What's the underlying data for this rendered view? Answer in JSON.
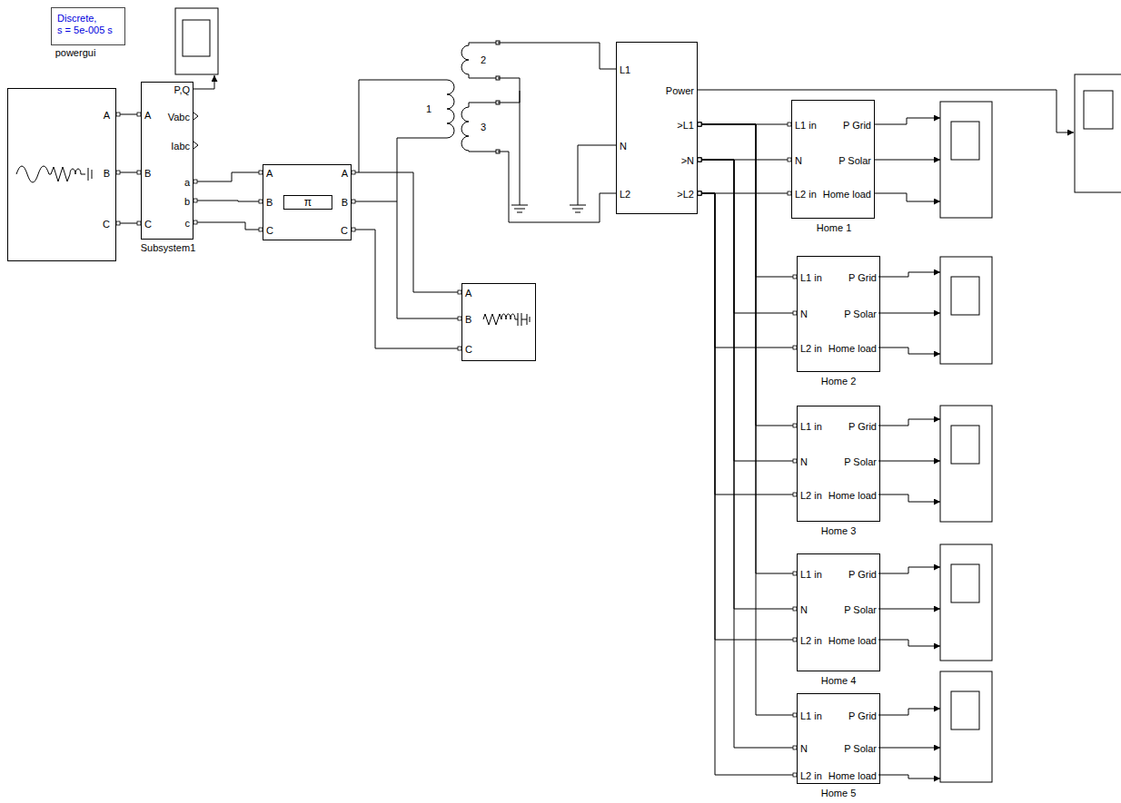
{
  "diagram": {
    "nodes": [
      {
        "text": [
          "Discrete, s = 5e-005 s",
          "powergui"
        ]
      },
      {
        "text": [
          "A",
          "B",
          "C"
        ]
      },
      {
        "text": [
          "A",
          "B",
          "C",
          "P,Q",
          "Vabc",
          "Iabc",
          "a",
          "b",
          "c",
          "Subsystem1"
        ]
      },
      {
        "text": [
          "A",
          "B",
          "C",
          "π",
          "A",
          "B",
          "C"
        ]
      },
      {
        "text": [
          "A",
          "B",
          "C"
        ]
      },
      {
        "text": [
          "L1",
          "N",
          "L2",
          "Power",
          ">L1",
          ">N",
          ">L2"
        ]
      },
      {
        "text": [
          "L1 in",
          "N",
          "L2 in",
          "P Grid",
          "P Solar",
          "Home load",
          "Home 1"
        ]
      },
      {
        "text": [
          "L1 in",
          "N",
          "L2 in",
          "P Grid",
          "P Solar",
          "Home load",
          "Home 2"
        ]
      },
      {
        "text": [
          "L1 in",
          "N",
          "L2 in",
          "P Grid",
          "P Solar",
          "Home load",
          "Home 3"
        ]
      },
      {
        "text": [
          "L1 in",
          "N",
          "L2 in",
          "P Grid",
          "P Solar",
          "Home load",
          "Home 4"
        ]
      },
      {
        "text": [
          "L1 in",
          "N",
          "L2 in",
          "P Grid",
          "P Solar",
          "Home load",
          "Home 5"
        ]
      }
    ],
    "edges": [
      {
        "from": 1,
        "to": 2,
        "arrow": "none"
      },
      {
        "from": 1,
        "to": 2,
        "arrow": "none"
      },
      {
        "from": 1,
        "to": 2,
        "arrow": "none"
      },
      {
        "from": 2,
        "to": 3,
        "arrow": "none"
      },
      {
        "from": 2,
        "to": 3,
        "arrow": "none"
      },
      {
        "from": 2,
        "to": 3,
        "arrow": "none"
      },
      {
        "from": 3,
        "to": 4,
        "arrow": "none"
      },
      {
        "from": 3,
        "to": 4,
        "arrow": "none"
      },
      {
        "from": 3,
        "to": 4,
        "arrow": "none"
      },
      {
        "from": 5,
        "to": 6,
        "arrow": "none"
      },
      {
        "from": 5,
        "to": 6,
        "arrow": "none"
      },
      {
        "from": 5,
        "to": 6,
        "arrow": "none"
      },
      {
        "from": 5,
        "to": 7,
        "arrow": "none"
      },
      {
        "from": 5,
        "to": 7,
        "arrow": "none"
      },
      {
        "from": 5,
        "to": 7,
        "arrow": "none"
      },
      {
        "from": 5,
        "to": 8,
        "arrow": "none"
      },
      {
        "from": 5,
        "to": 8,
        "arrow": "none"
      },
      {
        "from": 5,
        "to": 8,
        "arrow": "none"
      },
      {
        "from": 5,
        "to": 9,
        "arrow": "none"
      },
      {
        "from": 5,
        "to": 9,
        "arrow": "none"
      },
      {
        "from": 5,
        "to": 9,
        "arrow": "none"
      },
      {
        "from": 5,
        "to": 10,
        "arrow": "none"
      },
      {
        "from": 5,
        "to": 10,
        "arrow": "none"
      },
      {
        "from": 5,
        "to": 10,
        "arrow": "none"
      }
    ],
    "labels": [
      "1",
      "2",
      "3"
    ]
  }
}
